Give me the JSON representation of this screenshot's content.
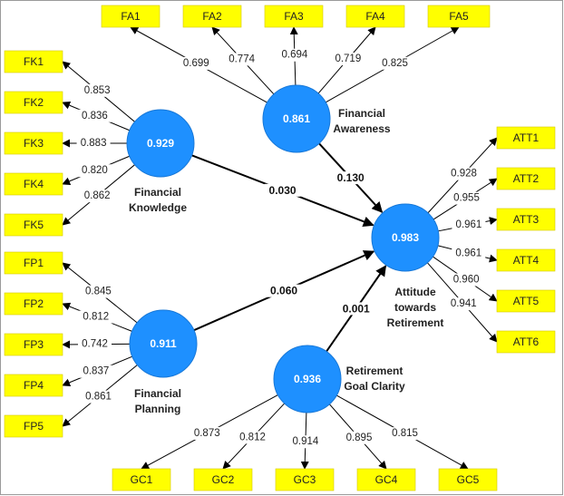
{
  "constructs": [
    {
      "id": "FK",
      "value": "0.929",
      "name_lines": [
        "Financial",
        "Knowledge"
      ],
      "indicators": [
        {
          "label": "FK1",
          "loading": "0.853"
        },
        {
          "label": "FK2",
          "loading": "0.836"
        },
        {
          "label": "FK3",
          "loading": "0.883"
        },
        {
          "label": "FK4",
          "loading": "0.820"
        },
        {
          "label": "FK5",
          "loading": "0.862"
        }
      ]
    },
    {
      "id": "FA",
      "value": "0.861",
      "name_lines": [
        "Financial",
        "Awareness"
      ],
      "indicators": [
        {
          "label": "FA1",
          "loading": "0.699"
        },
        {
          "label": "FA2",
          "loading": "0.774"
        },
        {
          "label": "FA3",
          "loading": "0.694"
        },
        {
          "label": "FA4",
          "loading": "0.719"
        },
        {
          "label": "FA5",
          "loading": "0.825"
        }
      ]
    },
    {
      "id": "FP",
      "value": "0.911",
      "name_lines": [
        "Financial",
        "Planning"
      ],
      "indicators": [
        {
          "label": "FP1",
          "loading": "0.845"
        },
        {
          "label": "FP2",
          "loading": "0.812"
        },
        {
          "label": "FP3",
          "loading": "0.742"
        },
        {
          "label": "FP4",
          "loading": "0.837"
        },
        {
          "label": "FP5",
          "loading": "0.861"
        }
      ]
    },
    {
      "id": "GC",
      "value": "0.936",
      "name_lines": [
        "Retirement",
        "Goal Clarity"
      ],
      "indicators": [
        {
          "label": "GC1",
          "loading": "0.873"
        },
        {
          "label": "GC2",
          "loading": "0.812"
        },
        {
          "label": "GC3",
          "loading": "0.914"
        },
        {
          "label": "GC4",
          "loading": "0.895"
        },
        {
          "label": "GC5",
          "loading": "0.815"
        }
      ]
    },
    {
      "id": "ATT",
      "value": "0.983",
      "name_lines": [
        "Attitude",
        "towards",
        "Retirement"
      ],
      "indicators": [
        {
          "label": "ATT1",
          "loading": "0.928"
        },
        {
          "label": "ATT2",
          "loading": "0.955"
        },
        {
          "label": "ATT3",
          "loading": "0.961"
        },
        {
          "label": "ATT4",
          "loading": "0.961"
        },
        {
          "label": "ATT5",
          "loading": "0.960"
        },
        {
          "label": "ATT6",
          "loading": "0.941"
        }
      ]
    }
  ],
  "paths": [
    {
      "from": "FK",
      "to": "ATT",
      "coefficient": "0.030"
    },
    {
      "from": "FA",
      "to": "ATT",
      "coefficient": "0.130"
    },
    {
      "from": "FP",
      "to": "ATT",
      "coefficient": "0.060"
    },
    {
      "from": "GC",
      "to": "ATT",
      "coefficient": "0.001"
    }
  ],
  "colors": {
    "construct_fill": "#1e90ff",
    "indicator_fill": "#ffff00"
  }
}
